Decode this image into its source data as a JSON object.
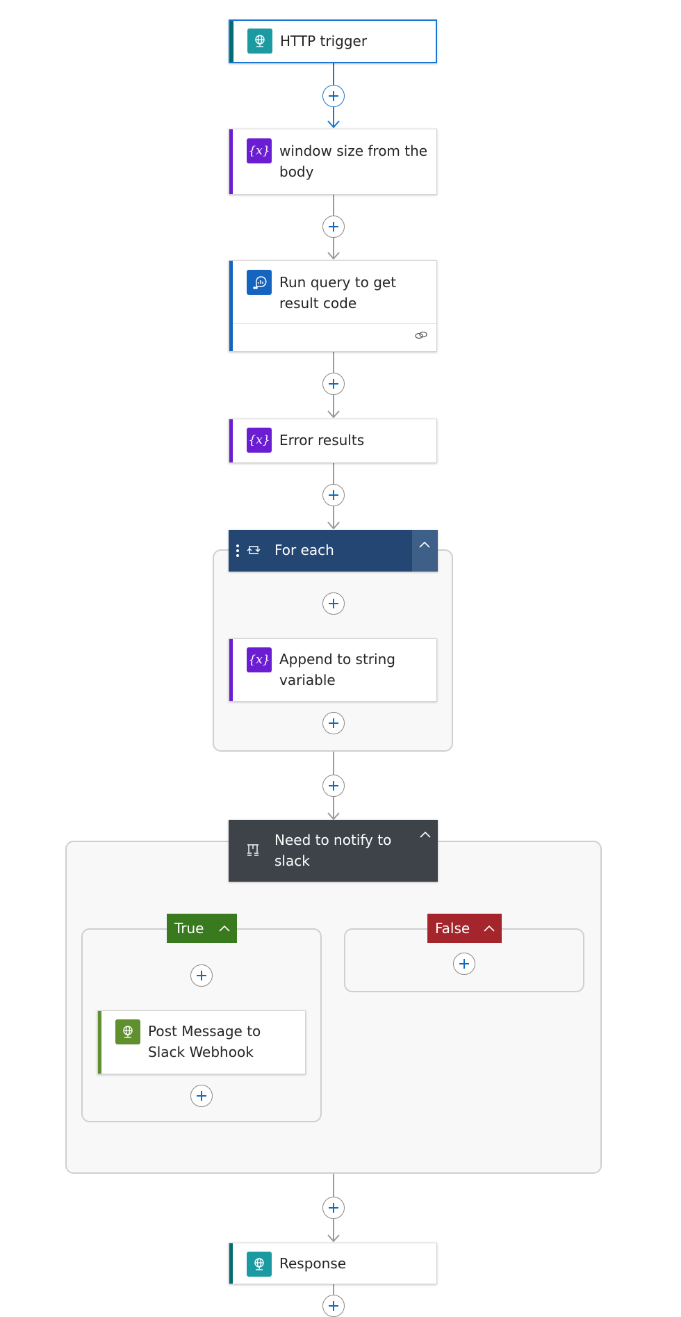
{
  "colors": {
    "trigger_accent": "#036c70",
    "trigger_border": "#1976d2",
    "variable_accent": "#6b1ed1",
    "variable_icon": "#6b1ed1",
    "query_accent": "#1565c0",
    "query_icon": "#1565c0",
    "foreach_header": "#234673",
    "condition_header": "#3e4349",
    "true_label": "#3a7a1f",
    "false_label": "#a4262c",
    "http_icon": "#1b9aa1",
    "slack_icon": "#5f8f2f",
    "connector_blue": "#1976d2",
    "connector_gray": "#9a9a9a",
    "add_plus": "#0f6cbd"
  },
  "flow": {
    "trigger": {
      "title": "HTTP trigger",
      "icon": "http-globe-icon"
    },
    "window_size": {
      "title": "window size from the body",
      "icon": "variable-icon"
    },
    "run_query": {
      "title": "Run query to get result code",
      "icon": "log-analytics-icon",
      "footer_icon": "link-icon"
    },
    "error_results": {
      "title": "Error results",
      "icon": "variable-icon"
    },
    "for_each": {
      "title": "For each",
      "icon": "loop-icon",
      "collapse_icon": "chevron-up-icon",
      "append": {
        "title": "Append to string variable",
        "icon": "variable-icon"
      }
    },
    "condition": {
      "title": "Need to notify to slack",
      "icon": "condition-icon",
      "collapse_icon": "chevron-up-icon",
      "true_branch": {
        "label": "True",
        "post_message": {
          "title": "Post Message to Slack Webhook",
          "icon": "http-globe-icon"
        }
      },
      "false_branch": {
        "label": "False"
      }
    },
    "response": {
      "title": "Response",
      "icon": "http-globe-icon"
    }
  }
}
